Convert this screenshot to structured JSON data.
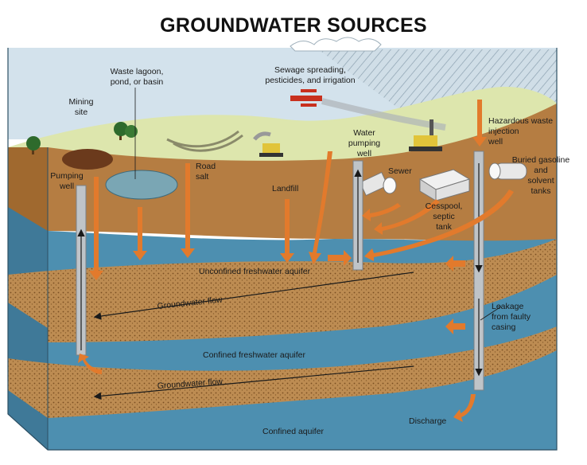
{
  "title": "GROUNDWATER SOURCES",
  "labels": {
    "waste_lagoon": [
      "Waste lagoon,",
      "pond, or basin"
    ],
    "sewage": [
      "Sewage spreading,",
      "pesticides, and irrigation"
    ],
    "mining": [
      "Mining",
      "site"
    ],
    "hazardous": [
      "Hazardous waste",
      "injection",
      "well"
    ],
    "water_pumping": [
      "Water",
      "pumping",
      "well"
    ],
    "buried": [
      "Buried gasoline",
      "and",
      "solvent",
      "tanks"
    ],
    "pumping_well": [
      "Pumping",
      "well"
    ],
    "road_salt": [
      "Road",
      "salt"
    ],
    "sewer": "Sewer",
    "landfill": "Landfill",
    "cesspool": [
      "Cesspool,",
      "septic",
      "tank"
    ],
    "unconfined": "Unconfined freshwater aquifer",
    "gw_flow_1": "Groundwater  flow",
    "leakage": [
      "Leakage",
      "from faulty",
      "casing"
    ],
    "confined_fresh": "Confined freshwater aquifer",
    "gw_flow_2": "Groundwater  flow",
    "discharge": "Discharge",
    "confined": "Confined aquifer"
  },
  "colors": {
    "sky": "#cfe0ea",
    "land_top": "#d9e3a6",
    "soil": "#b27a3e",
    "water": "#4f8eae",
    "water_dark": "#3f7897",
    "clay": "#b98a4f",
    "arrow": "#e0782a",
    "well": "#b9bec3"
  }
}
